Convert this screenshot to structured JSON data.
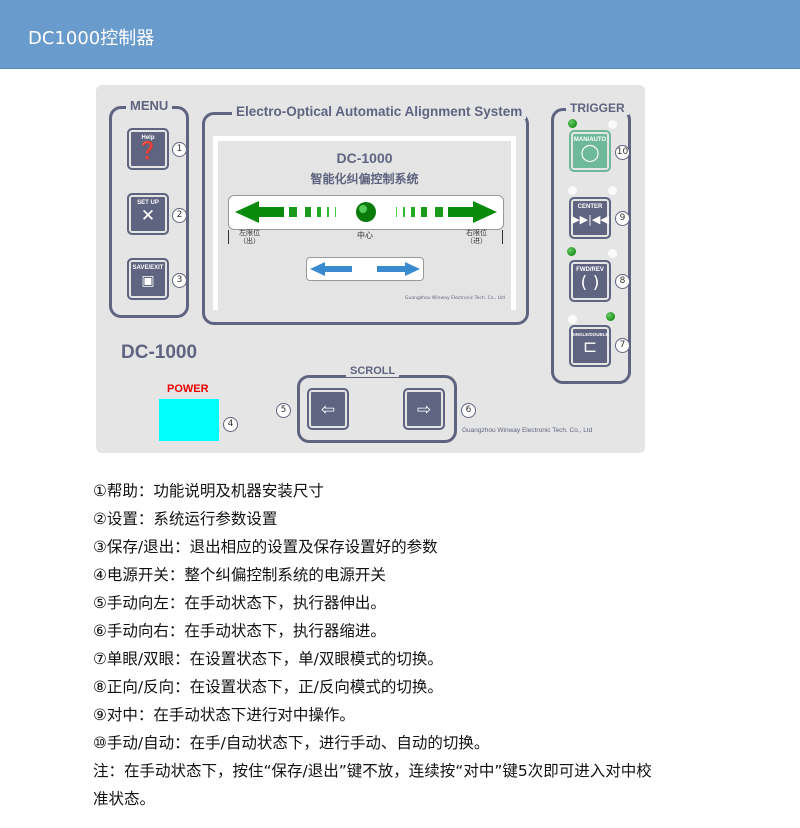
{
  "header": {
    "title": "DC1000控制器"
  },
  "panel": {
    "menu_label": "MENU",
    "system_title": "Electro-Optical Automatic Alignment System",
    "screen": {
      "model": "DC-1000",
      "subtitle": "智能化纠偏控制系统",
      "left_limit": "左限位",
      "left_limit_sub": "（出）",
      "center": "中心",
      "right_limit": "右限位",
      "right_limit_sub": "（进）",
      "company": "Guangzhou Winway Electronic Tech. Co., Ltd"
    },
    "menu_buttons": [
      {
        "label": "Help",
        "num": "1"
      },
      {
        "label": "SET UP",
        "num": "2"
      },
      {
        "label": "SAVE/EXIT",
        "num": "3"
      }
    ],
    "trigger_label": "TRIGGER",
    "trigger_buttons": [
      {
        "label": "MAN/AUTO",
        "num": "10"
      },
      {
        "label": "CENTER",
        "num": "9"
      },
      {
        "label": "FWD/REV",
        "num": "8"
      },
      {
        "label": "SINGLE/DOUBLE",
        "num": "7"
      }
    ],
    "model": "DC-1000",
    "power_label": "POWER",
    "power_num": "4",
    "scroll_label": "SCROLL",
    "left_num": "5",
    "right_num": "6",
    "company": "Guangzhou Winway Electronic Tech. Co., Ltd",
    "colors": {
      "button": "#5f6480",
      "power": "#00ffff",
      "man_auto": "#6fb99b",
      "led_on": "#1a8a1a"
    }
  },
  "descriptions": [
    "①帮助：功能说明及机器安装尺寸",
    "②设置：系统运行参数设置",
    "③保存/退出：退出相应的设置及保存设置好的参数",
    "④电源开关：整个纠偏控制系统的电源开关",
    "⑤手动向左：在手动状态下，执行器伸出。",
    "⑥手动向右：在手动状态下，执行器缩进。",
    "⑦单眼/双眼：在设置状态下，单/双眼模式的切换。",
    "⑧正向/反向：在设置状态下，正/反向模式的切换。",
    "⑨对中：在手动状态下进行对中操作。",
    "⑩手动/自动：在手/自动状态下，进行手动、自动的切换。",
    "注：在手动状态下，按住“保存/退出”键不放，连续按“对中”键5次即可进入对中校",
    "准状态。"
  ]
}
